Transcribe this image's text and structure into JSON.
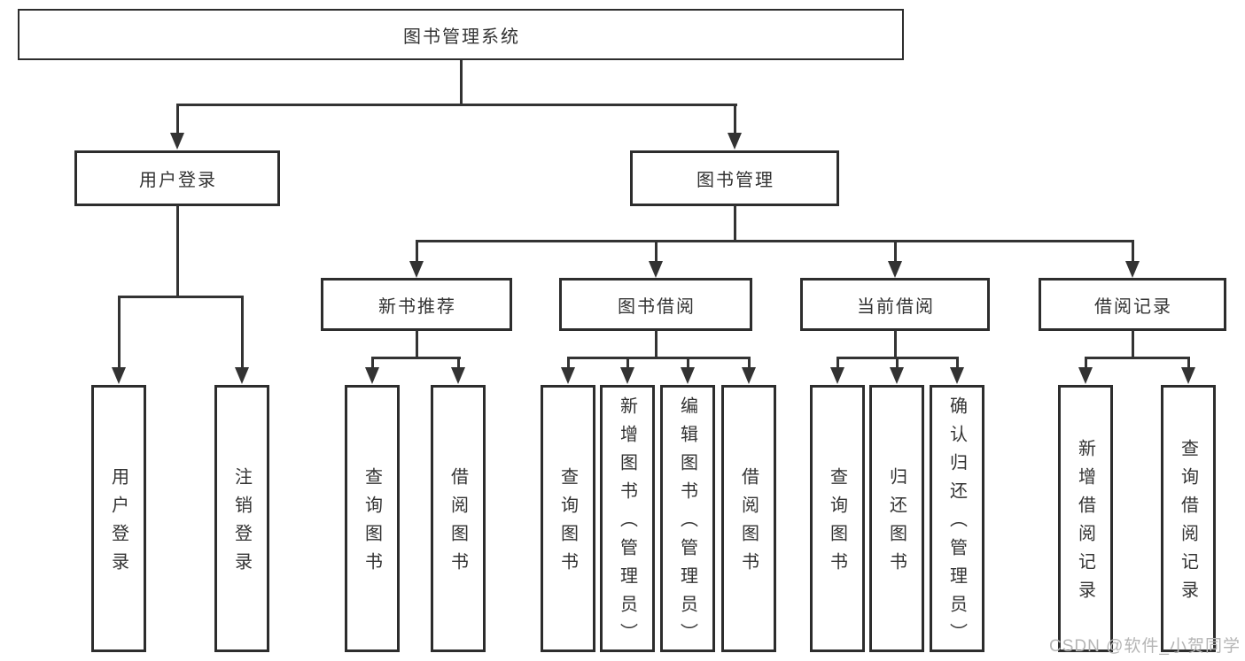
{
  "colors": {
    "line": "#333333",
    "box_border": "#2d2d2d",
    "text": "#333333",
    "watermark": "#b5b5b5",
    "background": "#ffffff"
  },
  "watermark": {
    "text": "CSDN @软件_小贺同学"
  },
  "tree": {
    "label": "图书管理系统",
    "children": [
      {
        "label": "用户登录",
        "children": [
          {
            "label": "用户登录"
          },
          {
            "label": "注销登录"
          }
        ]
      },
      {
        "label": "图书管理",
        "children": [
          {
            "label": "新书推荐",
            "children": [
              {
                "label": "查询图书"
              },
              {
                "label": "借阅图书"
              }
            ]
          },
          {
            "label": "图书借阅",
            "children": [
              {
                "label": "查询图书"
              },
              {
                "label": "新增图书（管理员）"
              },
              {
                "label": "编辑图书（管理员）"
              },
              {
                "label": "借阅图书"
              }
            ]
          },
          {
            "label": "当前借阅",
            "children": [
              {
                "label": "查询图书"
              },
              {
                "label": "归还图书"
              },
              {
                "label": "确认归还（管理员）"
              }
            ]
          },
          {
            "label": "借阅记录",
            "children": [
              {
                "label": "新增借阅记录"
              },
              {
                "label": "查询借阅记录"
              }
            ]
          }
        ]
      }
    ]
  }
}
